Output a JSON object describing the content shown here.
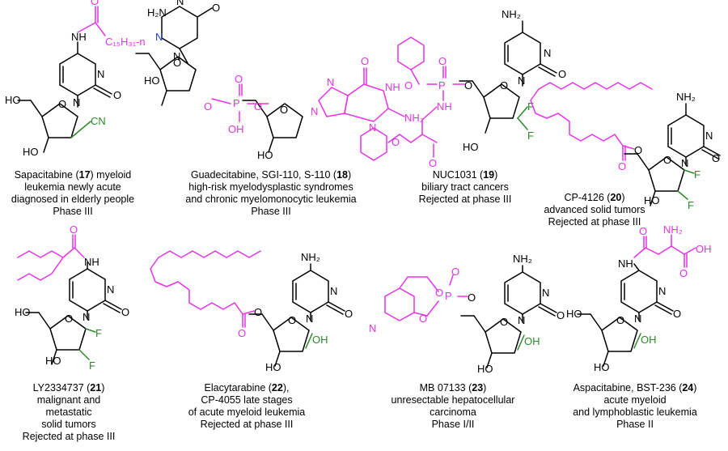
{
  "colors": {
    "modification": "#e633e6",
    "fluoro": "#2a8a2a",
    "aza_n": "#1a3ad6",
    "ink": "#000000"
  },
  "atoms": {
    "ho": "HO",
    "oh": "OH",
    "o": "O",
    "n": "N",
    "nh": "NH",
    "h2n": "H₂N",
    "nh2": "NH₂",
    "f": "F",
    "cn": "CN",
    "p": "P",
    "c15": "C₁₅H₃₁-n"
  },
  "compounds": [
    {
      "name": "Sapacitabine",
      "number": "17",
      "indication": "myeloid leukemia newly  acute diagnosed in elderly people",
      "status": "Phase III",
      "lines": [
        "Sapacitabine (",
        "17",
        ") myeloid",
        "leukemia newly  acute",
        "diagnosed in elderly people",
        "Phase III"
      ]
    },
    {
      "name": "Guadecitabine, SGI-110, S-110",
      "number": "18",
      "indication": "high-risk myelodysplastic syndromes and chronic myelomonocytic leukemia",
      "status": "Phase III",
      "lines": [
        "Guadecitabine, SGI-110, S-110 (",
        "18",
        ")",
        "high-risk myelodysplastic syndromes",
        "and chronic myelomonocytic leukemia",
        "Phase III"
      ]
    },
    {
      "name": "NUC1031",
      "number": "19",
      "indication": "biliary tract cancers",
      "status": "Rejected at phase III",
      "lines": [
        "NUC1031 (",
        "19",
        ")",
        "biliary tract cancers",
        "Rejected at phase III"
      ]
    },
    {
      "name": "CP-4126",
      "number": "20",
      "indication": "advanced solid tumors",
      "status": "Rejected at phase III",
      "lines": [
        "CP-4126 (",
        "20",
        ")",
        "advanced solid tumors",
        "Rejected at phase III"
      ]
    },
    {
      "name": "LY2334737",
      "number": "21",
      "indication": "malignant and metastatic solid tumors",
      "status": "Rejected at phase III",
      "lines": [
        "LY2334737 (",
        "21",
        ")",
        "malignant and",
        "metastatic",
        "solid tumors",
        "Rejected at phase III"
      ]
    },
    {
      "name": "Elacytarabine",
      "number": "22",
      "indication": "CP-4055 late stages of acute myeloid leukemia",
      "status": "Rejected at phase III",
      "lines": [
        "Elacytarabine (",
        "22",
        "),",
        "CP-4055 late stages",
        "of acute myeloid leukemia",
        "Rejected at phase III"
      ]
    },
    {
      "name": "MB 07133",
      "number": "23",
      "indication": "unresectable hepatocellular carcinoma",
      "status": "Phase I/II",
      "lines": [
        "MB 07133 (",
        "23",
        ")",
        "unresectable hepatocellular",
        "carcinoma",
        "Phase I/II"
      ]
    },
    {
      "name": "Aspacitabine, BST-236",
      "number": "24",
      "indication": "acute myeloid and lymphoblastic leukemia",
      "status": "Phase II",
      "lines": [
        "Aspacitabine, BST-236 (",
        "24",
        ")",
        "acute myeloid",
        "and lymphoblastic leukemia",
        "Phase II"
      ]
    }
  ]
}
